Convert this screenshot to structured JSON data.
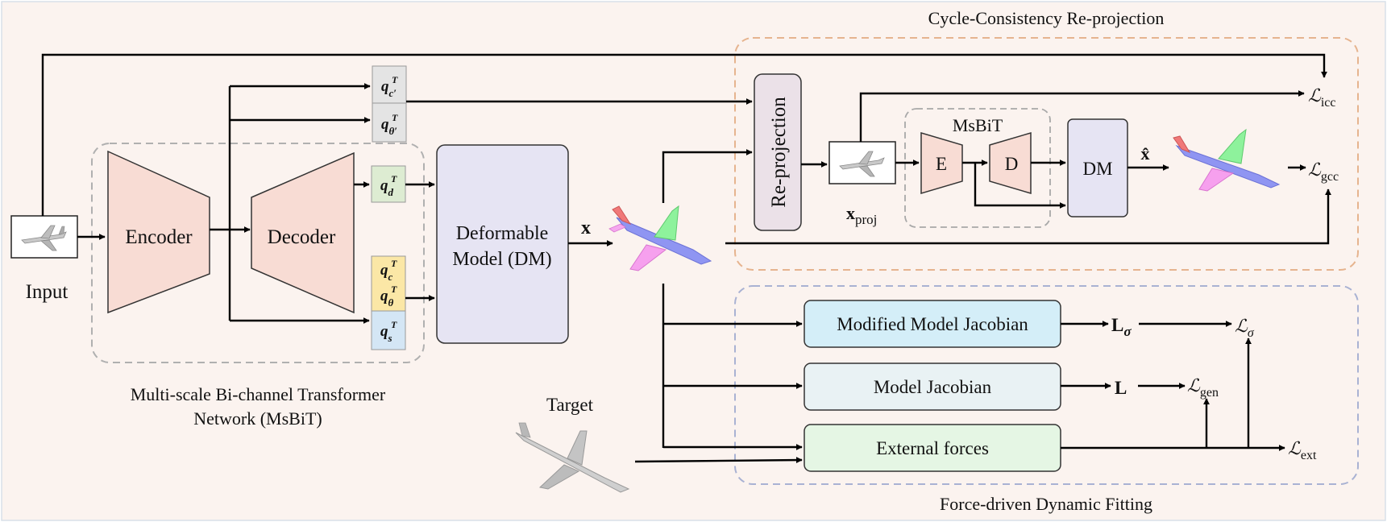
{
  "labels": {
    "input": "Input",
    "encoder": "Encoder",
    "decoder": "Decoder",
    "msbit_caption_line1": "Multi-scale Bi-channel Transformer",
    "msbit_caption_line2": "Network (MsBiT)",
    "dm_line1": "Deformable",
    "dm_line2": "Model (DM)",
    "x": "x",
    "target": "Target",
    "cycle_title": "Cycle-Consistency Re-projection",
    "reprojection": "Re-projection",
    "xproj_base": "x",
    "xproj_sub": "proj",
    "msbit_small": "MsBiT",
    "e": "E",
    "d": "D",
    "dm_small": "DM",
    "xhat": "x̂",
    "force_title": "Force-driven Dynamic Fitting",
    "modified_jacobian": "Modified Model Jacobian",
    "model_jacobian": "Model Jacobian",
    "external_forces": "External forces",
    "L_sigma_base": "L",
    "L_sigma_sub": "σ",
    "L_plain": "L"
  },
  "q_tokens": {
    "q_cprime_sub": "c′",
    "q_thetaprime_sub": "θ′",
    "q_d_sub": "d",
    "q_c_sub": "c",
    "q_theta_sub": "θ",
    "q_s_sub": "s",
    "base": "q",
    "sup": "T"
  },
  "losses": {
    "icc_base": "ℒ",
    "icc_sub": "icc",
    "gcc_sub": "gcc",
    "sigma_sub": "σ",
    "gen_sub": "gen",
    "ext_sub": "ext"
  },
  "colors": {
    "background": "#fbf3ef",
    "encoder_fill": "#f8dcd4",
    "dm_fill": "#e6e4f3",
    "reproj_fill": "#ebe1e8",
    "modified_jacobian_fill": "#d4eef8",
    "model_jacobian_fill": "#e9f2f4",
    "external_forces_fill": "#e5f6e4",
    "q_gray": "#e4e4e4",
    "q_green": "#ddecd2",
    "q_yellow": "#fbe7a6",
    "q_blue": "#d4e6f5",
    "cycle_border": "#e6b48f",
    "force_border": "#a9b2d3",
    "msbit_border": "#b0b0b0"
  }
}
